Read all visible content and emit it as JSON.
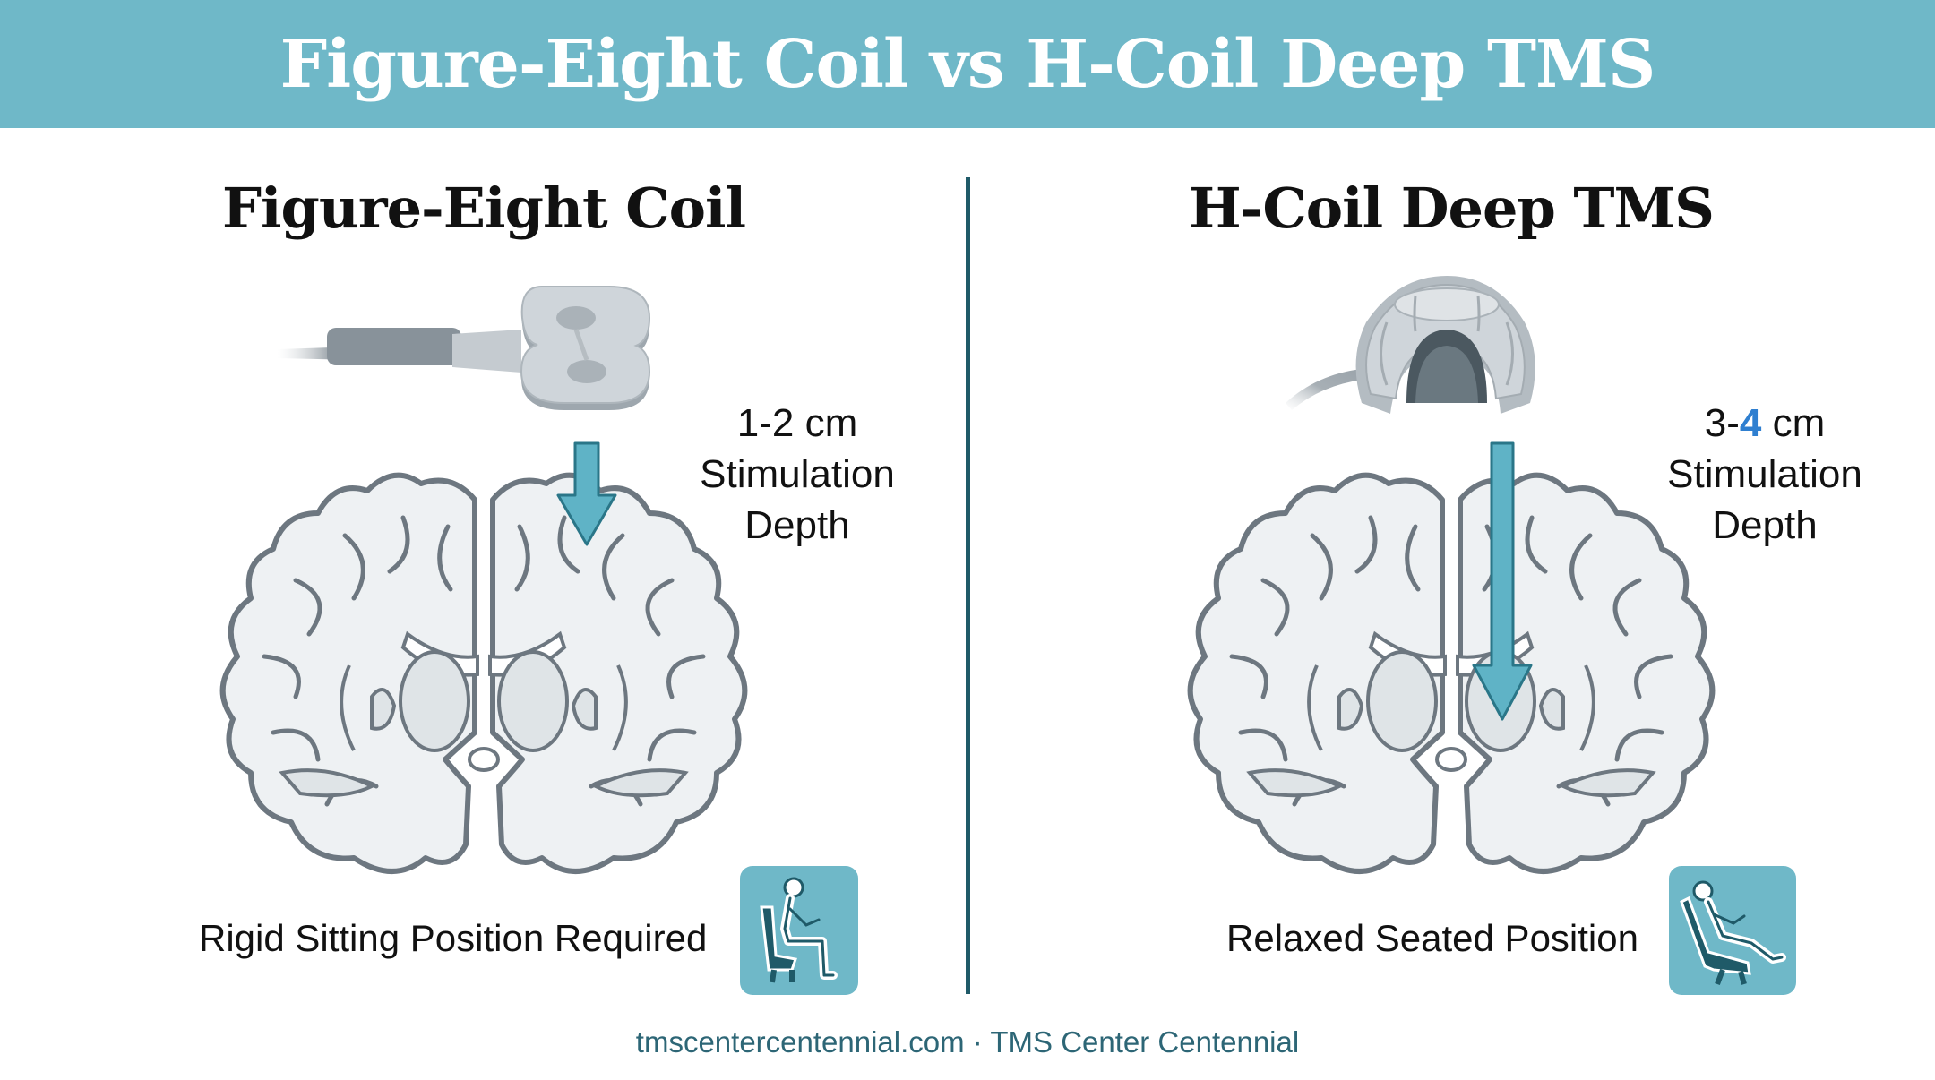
{
  "header": {
    "title": "Figure-Eight Coil vs H-Coil Deep TMS"
  },
  "left": {
    "title": "Figure-Eight Coil",
    "depth_value": "1-2 cm",
    "depth_line2": "Stimulation",
    "depth_line3": "Depth",
    "position_label": "Rigid Sitting Position Required"
  },
  "right": {
    "title": "H-Coil Deep TMS",
    "depth_prefix": "3-",
    "depth_highlight": "4",
    "depth_suffix": " cm",
    "depth_line2": "Stimulation",
    "depth_line3": "Depth",
    "position_label": "Relaxed Seated Position"
  },
  "footer": {
    "text": "tmscentercentennial.com · TMS Center Centennial"
  },
  "colors": {
    "header_bg": "#6fb8c8",
    "divider": "#1f5a68",
    "arrow": "#5fb3c6",
    "arrow_outline": "#2a7688",
    "brain_fill": "#eef1f3",
    "brain_outline": "#6d7780",
    "highlight": "#2f7fd0"
  },
  "icons": [
    "figure-eight-coil-icon",
    "h-coil-helmet-icon",
    "brain-icon",
    "depth-arrow-icon",
    "upright-chair-icon",
    "reclining-chair-icon"
  ]
}
